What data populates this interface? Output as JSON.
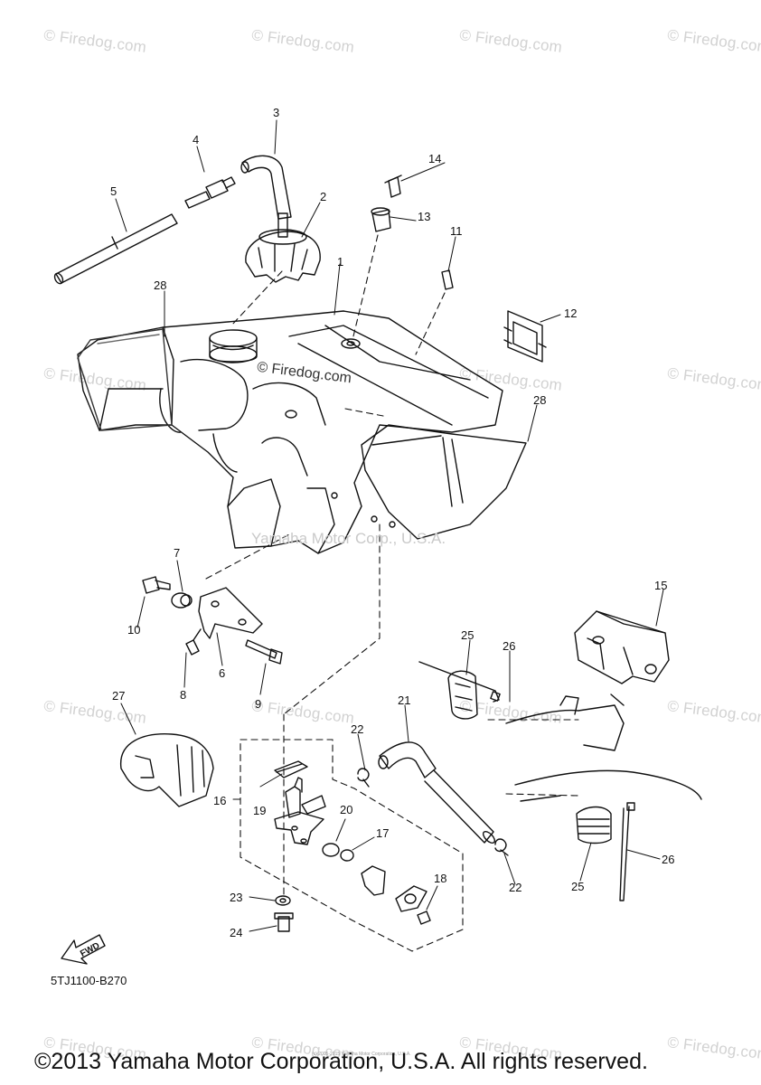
{
  "watermark_text": "© Firedog.com",
  "center_watermark": "Yamaha Motor Corp., U.S.A.",
  "callouts": {
    "c1": "1",
    "c2": "2",
    "c3": "3",
    "c4": "4",
    "c5": "5",
    "c6": "6",
    "c7": "7",
    "c8": "8",
    "c9": "9",
    "c10": "10",
    "c11": "11",
    "c12": "12",
    "c13": "13",
    "c14": "14",
    "c15": "15",
    "c16": "16",
    "c17": "17",
    "c18": "18",
    "c19": "19",
    "c20": "20",
    "c21": "21",
    "c22a": "22",
    "c22b": "22",
    "c23": "23",
    "c24": "24",
    "c25a": "25",
    "c25b": "25",
    "c26a": "26",
    "c26b": "26",
    "c27": "27",
    "c28a": "28",
    "c28b": "28"
  },
  "fwd_label": "FWD",
  "part_code": "5TJ1100-B270",
  "small_copyright": "(c) 2005-2015 Yamaha Motor Corporation, U.S.A.",
  "copyright": "©2013 Yamaha Motor Corporation, U.S.A. All rights reserved."
}
